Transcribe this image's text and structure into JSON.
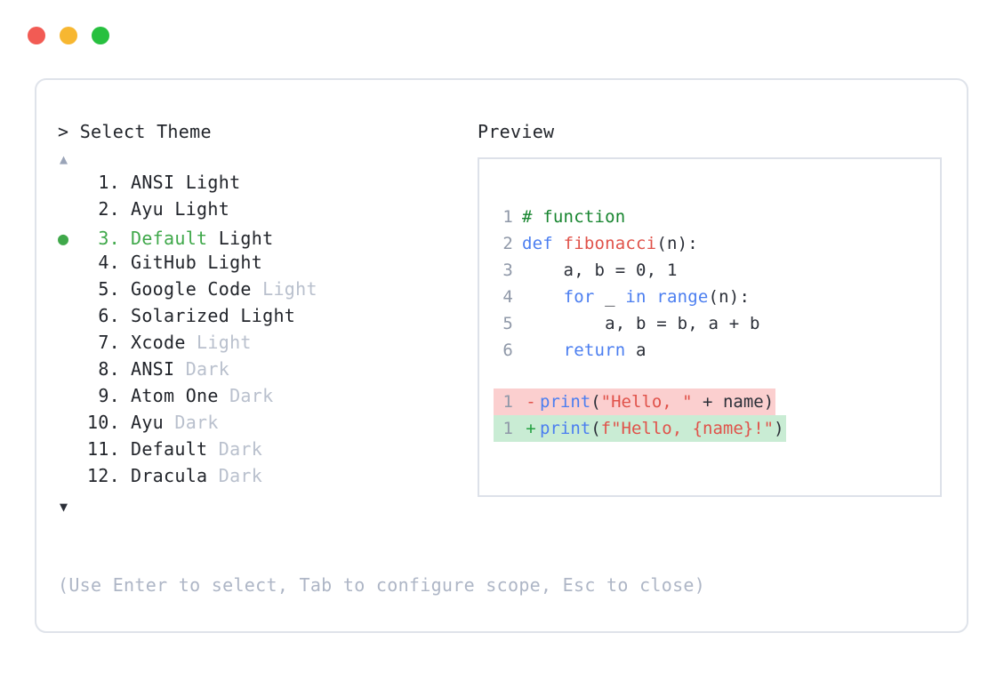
{
  "window": {
    "dots": [
      {
        "name": "close",
        "color": "#f25b54"
      },
      {
        "name": "minimize",
        "color": "#f7b731"
      },
      {
        "name": "maximize",
        "color": "#27c03f"
      }
    ]
  },
  "theme_picker": {
    "prompt_caret": ">",
    "prompt_label": "Select Theme",
    "scroll_up_glyph": "▲",
    "scroll_down_glyph": "▼",
    "selected_marker": "●",
    "selected_index": 3,
    "accent_color": "#3fa84a",
    "muted_color": "#b9c0cd",
    "items": [
      {
        "index": "1.",
        "name": "ANSI",
        "variant": "Light",
        "variant_muted": false,
        "selected": false
      },
      {
        "index": "2.",
        "name": "Ayu",
        "variant": "Light",
        "variant_muted": false,
        "selected": false
      },
      {
        "index": "3.",
        "name": "Default",
        "variant": "Light",
        "variant_muted": false,
        "selected": true
      },
      {
        "index": "4.",
        "name": "GitHub",
        "variant": "Light",
        "variant_muted": false,
        "selected": false
      },
      {
        "index": "5.",
        "name": "Google Code",
        "variant": "Light",
        "variant_muted": true,
        "selected": false
      },
      {
        "index": "6.",
        "name": "Solarized",
        "variant": "Light",
        "variant_muted": false,
        "selected": false
      },
      {
        "index": "7.",
        "name": "Xcode",
        "variant": "Light",
        "variant_muted": true,
        "selected": false
      },
      {
        "index": "8.",
        "name": "ANSI",
        "variant": "Dark",
        "variant_muted": true,
        "selected": false
      },
      {
        "index": "9.",
        "name": "Atom One",
        "variant": "Dark",
        "variant_muted": true,
        "selected": false
      },
      {
        "index": "10.",
        "name": "Ayu",
        "variant": "Dark",
        "variant_muted": true,
        "selected": false
      },
      {
        "index": "11.",
        "name": "Default",
        "variant": "Dark",
        "variant_muted": true,
        "selected": false
      },
      {
        "index": "12.",
        "name": "Dracula",
        "variant": "Dark",
        "variant_muted": true,
        "selected": false
      }
    ]
  },
  "preview": {
    "heading": "Preview",
    "code_lines": [
      {
        "number": "1",
        "tokens": [
          {
            "text": "# function",
            "type": "comment"
          }
        ]
      },
      {
        "number": "2",
        "tokens": [
          {
            "text": "def ",
            "type": "kw"
          },
          {
            "text": "fibonacci",
            "type": "fn"
          },
          {
            "text": "(n):",
            "type": "punc"
          }
        ]
      },
      {
        "number": "3",
        "tokens": [
          {
            "text": "    a, b = 0, 1",
            "type": "plain"
          }
        ]
      },
      {
        "number": "4",
        "tokens": [
          {
            "text": "    ",
            "type": "plain"
          },
          {
            "text": "for ",
            "type": "kw"
          },
          {
            "text": "_ ",
            "type": "plain"
          },
          {
            "text": "in ",
            "type": "kw"
          },
          {
            "text": "range",
            "type": "builtin"
          },
          {
            "text": "(n):",
            "type": "punc"
          }
        ]
      },
      {
        "number": "5",
        "tokens": [
          {
            "text": "        a, b = b, a + b",
            "type": "plain"
          }
        ]
      },
      {
        "number": "6",
        "tokens": [
          {
            "text": "    ",
            "type": "plain"
          },
          {
            "text": "return ",
            "type": "kw"
          },
          {
            "text": "a",
            "type": "plain"
          }
        ]
      }
    ],
    "diff_lines": [
      {
        "number": "1",
        "sign": "-",
        "kind": "delete",
        "tokens": [
          {
            "text": "print",
            "type": "builtin"
          },
          {
            "text": "(",
            "type": "punc"
          },
          {
            "text": "\"Hello, \"",
            "type": "str"
          },
          {
            "text": " + ",
            "type": "plain"
          },
          {
            "text": "name",
            "type": "plain"
          },
          {
            "text": ")",
            "type": "punc"
          }
        ]
      },
      {
        "number": "1",
        "sign": "+",
        "kind": "add",
        "tokens": [
          {
            "text": "print",
            "type": "builtin"
          },
          {
            "text": "(",
            "type": "punc"
          },
          {
            "text": "f\"Hello, {name}!\"",
            "type": "str"
          },
          {
            "text": ")",
            "type": "punc"
          }
        ]
      }
    ]
  },
  "footer": {
    "hint": "(Use Enter to select, Tab to configure scope, Esc to close)"
  }
}
